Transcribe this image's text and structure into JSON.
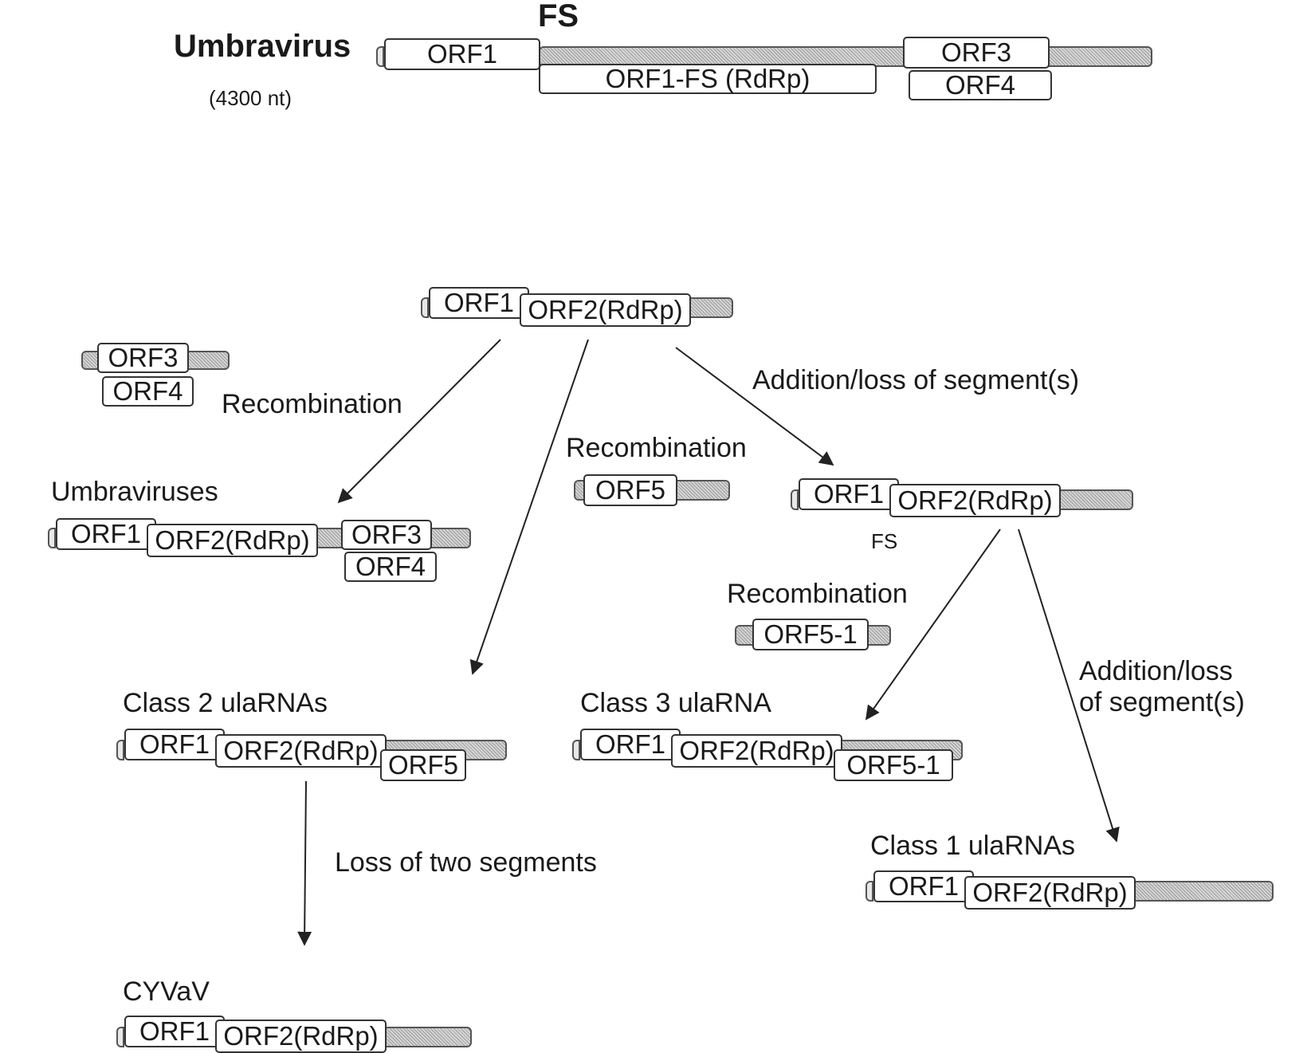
{
  "top": {
    "title": "Umbravirus",
    "size": "(4300 nt)",
    "fs": "FS",
    "orf1": "ORF1",
    "orf1fs": "ORF1-FS (RdRp)",
    "orf3": "ORF3",
    "orf4": "ORF4"
  },
  "ancestor": {
    "orf1": "ORF1",
    "orf2": "ORF2(RdRp)"
  },
  "donor_orf34": {
    "orf3": "ORF3",
    "orf4": "ORF4"
  },
  "labels": {
    "recombination": "Recombination",
    "addition_loss": "Addition/loss of segment(s)",
    "addition_loss_line1": "Addition/loss",
    "addition_loss_line2": "of segment(s)",
    "fs": "FS",
    "loss_two": "Loss of two segments"
  },
  "umbraviruses": {
    "title": "Umbraviruses",
    "orf1": "ORF1",
    "orf2": "ORF2(RdRp)",
    "orf3": "ORF3",
    "orf4": "ORF4"
  },
  "donor_orf5": {
    "orf5": "ORF5"
  },
  "intermediate": {
    "orf1": "ORF1",
    "orf2": "ORF2(RdRp)"
  },
  "donor_orf51": {
    "orf51": "ORF5-1"
  },
  "class2": {
    "title": "Class 2 ulaRNAs",
    "orf1": "ORF1",
    "orf2": "ORF2(RdRp)",
    "orf5": "ORF5"
  },
  "class3": {
    "title": "Class 3 ulaRNA",
    "orf1": "ORF1",
    "orf2": "ORF2(RdRp)",
    "orf51": "ORF5-1"
  },
  "class1": {
    "title": "Class 1 ulaRNAs",
    "orf1": "ORF1",
    "orf2": "ORF2(RdRp)"
  },
  "cyvav": {
    "title": "CYVaV",
    "orf1": "ORF1",
    "orf2": "ORF2(RdRp)"
  }
}
